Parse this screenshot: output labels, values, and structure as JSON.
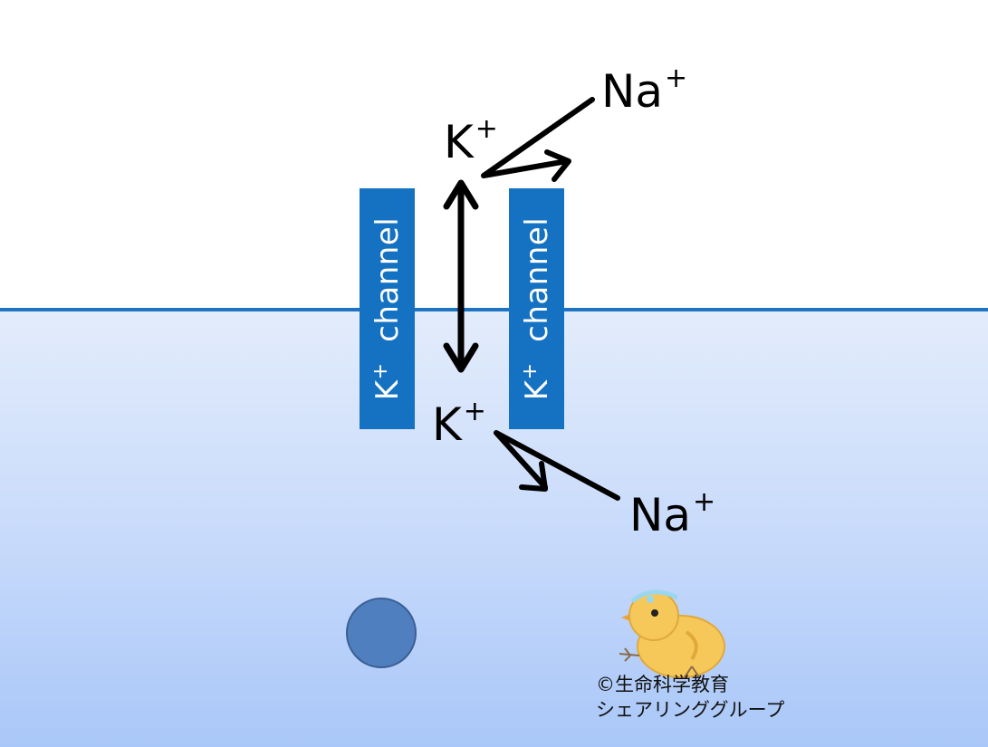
{
  "regions": {
    "membrane_color": "#1f74c1",
    "interior_gradient": [
      "#e3ecfb",
      "#a9c7f8"
    ]
  },
  "channels": [
    {
      "ion": "K",
      "charge": "+",
      "name": "channel",
      "color": "#1571c1"
    },
    {
      "ion": "K",
      "charge": "+",
      "name": "channel",
      "color": "#1571c1"
    }
  ],
  "ions": {
    "k_top": {
      "symbol": "K",
      "charge": "+"
    },
    "na_top": {
      "symbol": "Na",
      "charge": "+"
    },
    "k_bottom": {
      "symbol": "K",
      "charge": "+"
    },
    "na_bottom": {
      "symbol": "Na",
      "charge": "+"
    }
  },
  "arrows": {
    "k_exchange": "double-headed vertical",
    "na_replace_top": "arrow",
    "na_replace_bottom": "arrow"
  },
  "decorations": {
    "ball_color": "#4f7fbf",
    "mascot": "chick-mascot-icon"
  },
  "credit": {
    "line1": "©生命科学教育",
    "line2": "シェアリンググループ"
  }
}
